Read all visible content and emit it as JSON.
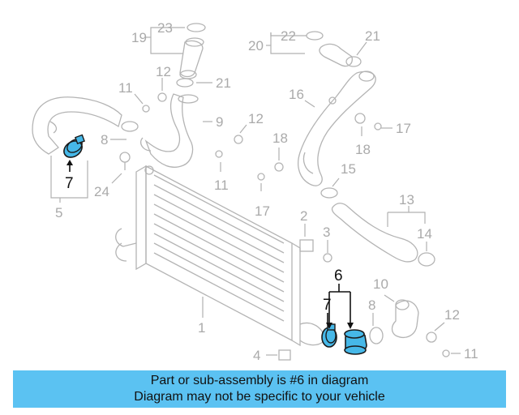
{
  "diagram": {
    "callouts": {
      "c19": "19",
      "c23a": "23",
      "c12a": "12",
      "c21a": "21",
      "c11a": "11",
      "c9": "9",
      "c8a": "8",
      "c7a": "7",
      "c5": "5",
      "c24": "24",
      "c12b": "12",
      "c11b": "11",
      "c22": "22",
      "c20": "20",
      "c21b": "21",
      "c16": "16",
      "c17a": "17",
      "c18a": "18",
      "c18b": "18",
      "c17b": "17",
      "c15": "15",
      "c13": "13",
      "c14": "14",
      "c2": "2",
      "c3": "3",
      "c6": "6",
      "c7b": "7",
      "c10": "10",
      "c8b": "8",
      "c12c": "12",
      "c11c": "11",
      "c1": "1",
      "c4": "4"
    }
  },
  "banner": {
    "line1": "Part or sub-assembly is #6 in diagram",
    "line2": "Diagram may not be specific to your vehicle"
  },
  "colors": {
    "highlight": "#46b8e8",
    "banner": "#5bc2f2",
    "line": "#b4b4b4"
  }
}
